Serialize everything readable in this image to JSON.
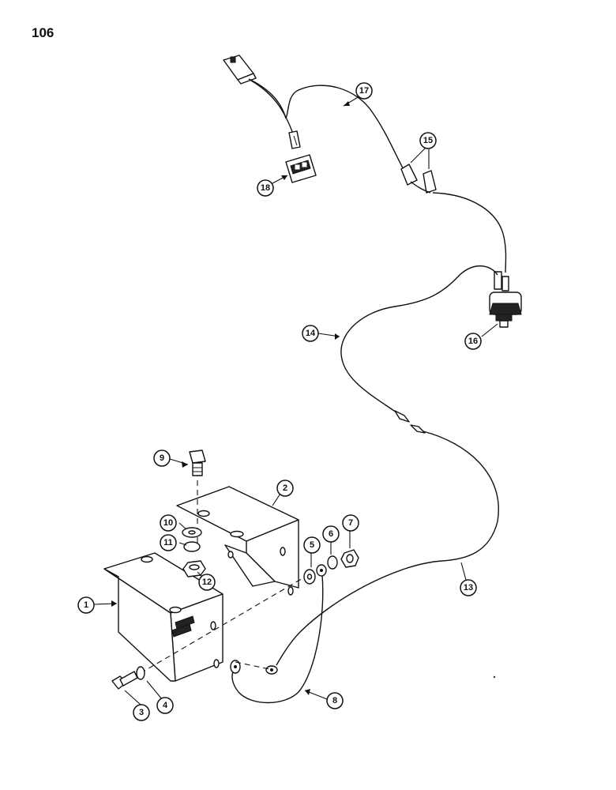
{
  "page": {
    "number": "106"
  },
  "callouts": {
    "c1": "1",
    "c2": "2",
    "c3": "3",
    "c4": "4",
    "c5": "5",
    "c6": "6",
    "c7": "7",
    "c8": "8",
    "c9": "9",
    "c10": "10",
    "c11": "11",
    "c12": "12",
    "c13": "13",
    "c14": "14",
    "c15": "15",
    "c16": "16",
    "c17": "17",
    "c18": "18"
  }
}
